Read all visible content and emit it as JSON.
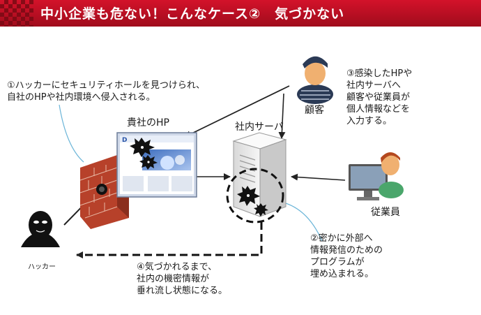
{
  "header": {
    "title": "中小企業も危ない！こんなケース②　気づかない",
    "accent_color": "#d3122a"
  },
  "nodes": {
    "company_hp": "貴社のHP",
    "company_server": "社内サーバ",
    "customer": "顧客",
    "employee": "従業員",
    "hacker": "ハッカー"
  },
  "notes": {
    "step1": "①ハッカーにセキュリティホールを見つけられ、\n自社のHPや社内環境へ侵入される。",
    "step2": "②密かに外部へ\n情報発信のための\nプログラムが\n埋め込まれる。",
    "step3": "③感染したHPや\n社内サーバへ\n顧客や従業員が\n個人情報などを\n入力する。",
    "step4": "④気づかれるまで、\n社内の機密情報が\n垂れ流し状態になる。"
  },
  "icons": [
    "brick-wall-icon",
    "website-screen-icon",
    "server-icon",
    "customer-person-icon",
    "employee-person-icon",
    "hacker-icon",
    "virus-icon"
  ]
}
